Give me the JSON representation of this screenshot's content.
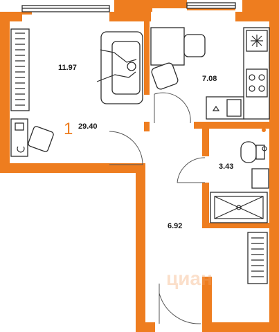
{
  "plan": {
    "room_number": "1",
    "total_area": "29.40",
    "rooms": [
      {
        "id": "living-room",
        "area": "11.97"
      },
      {
        "id": "kitchen",
        "area": "7.08"
      },
      {
        "id": "bathroom",
        "area": "3.43"
      },
      {
        "id": "hallway",
        "area": "6.92"
      }
    ],
    "watermark": "циан"
  },
  "colors": {
    "wall": "#ee7d1f",
    "lines": "#2b2b2b",
    "background": "#ffffff"
  }
}
